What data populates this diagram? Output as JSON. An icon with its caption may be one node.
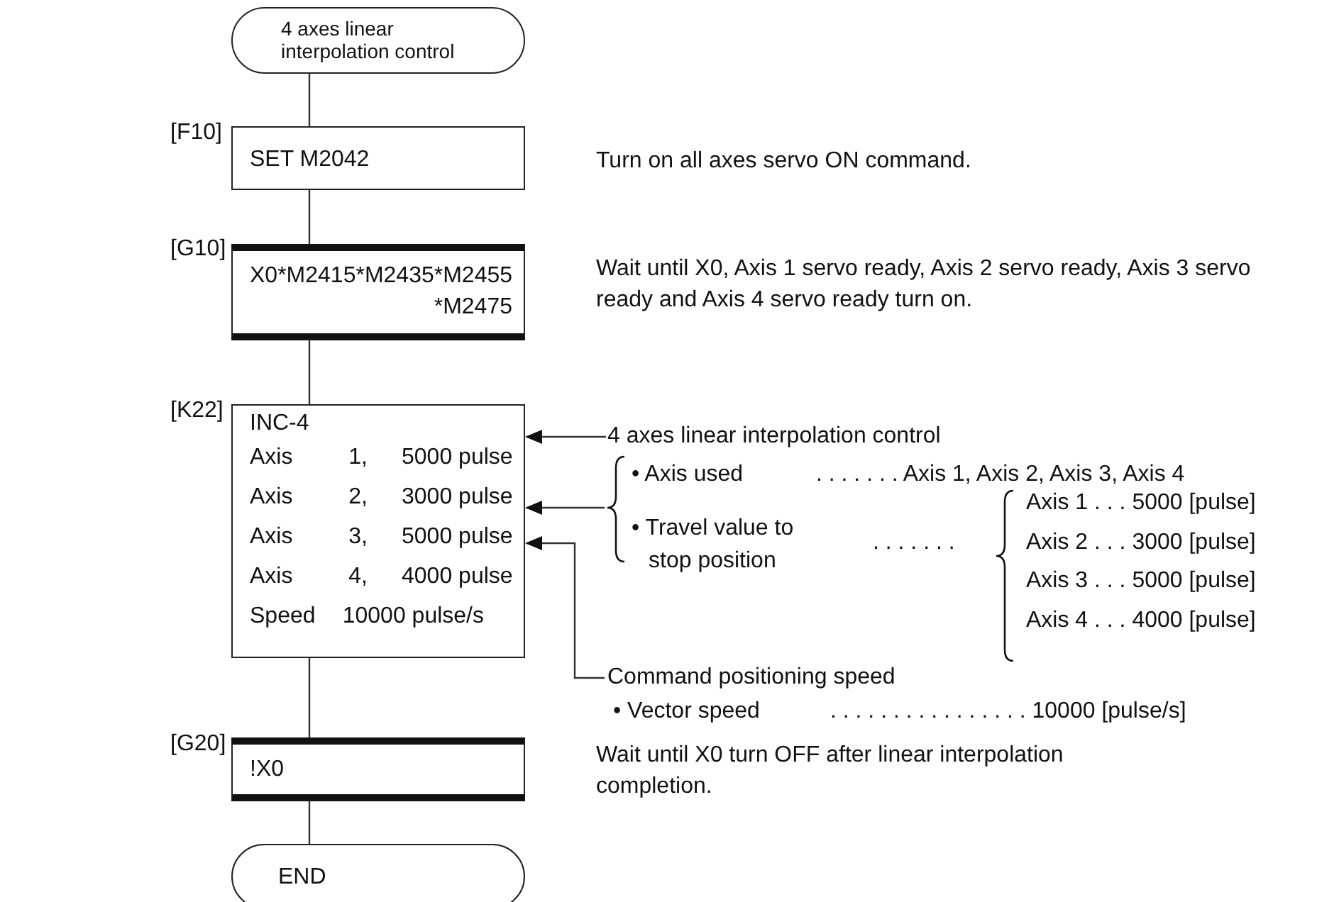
{
  "diagram": {
    "nodes": [
      {
        "text": [
          "4 axes linear interpolation control"
        ]
      },
      {
        "text": [
          "SET M2042"
        ],
        "beside": [
          "[F10]",
          "Turn on all axes servo ON command."
        ]
      },
      {
        "text": [
          "X0*M2415*M2435*M2455 *M2475"
        ],
        "beside": [
          "[G10]",
          "Wait until X0, Axis 1 servo ready, Axis 2 servo ready, Axis 3 servo ready and Axis 4 servo ready turn on."
        ]
      },
      {
        "text": [
          "INC-4",
          "Axis",
          "1,",
          "5000 pulse",
          "Axis",
          "2,",
          "3000 pulse",
          "Axis",
          "3,",
          "5000 pulse",
          "Axis",
          "4,",
          "4000 pulse",
          "Speed",
          "10000 pulse/s"
        ],
        "beside": [
          "[K22]"
        ]
      },
      {
        "text": [
          "!X0"
        ],
        "beside": [
          "[G20]"
        ]
      },
      {
        "text": [
          "END"
        ]
      },
      {
        "text": [
          "4 axes linear interpolation control"
        ]
      },
      {
        "text": [
          "• Axis used",
          ". . . . . . . Axis 1, Axis 2, Axis 3, Axis 4",
          "• Travel value to stop position",
          ". . . . . . .",
          "Axis 1 . . . 5000 [pulse]",
          "Axis 2 . . . 3000 [pulse]",
          "Axis 3 . . . 5000 [pulse]",
          "Axis 4 . . . 4000 [pulse]"
        ]
      },
      {
        "text": [
          "Command positioning speed",
          "• Vector speed",
          ". . . . . . . . . . . . . . . . 10000 [pulse/s]"
        ]
      }
    ],
    "edges": [
      {
        "from": 0,
        "to": 1,
        "arrow": "none"
      },
      {
        "from": 1,
        "to": 2,
        "arrow": "none"
      },
      {
        "from": 2,
        "to": 3,
        "arrow": "none"
      },
      {
        "from": 3,
        "to": 4,
        "arrow": "none"
      },
      {
        "from": 4,
        "to": 5,
        "arrow": "none"
      },
      {
        "from": 6,
        "to": 3,
        "arrow": "to"
      },
      {
        "from": 7,
        "to": 3,
        "arrow": "to"
      },
      {
        "from": 8,
        "to": 3,
        "arrow": "to"
      }
    ],
    "labels": [
      "Wait until X0 turn OFF after linear interpolation completion."
    ]
  }
}
